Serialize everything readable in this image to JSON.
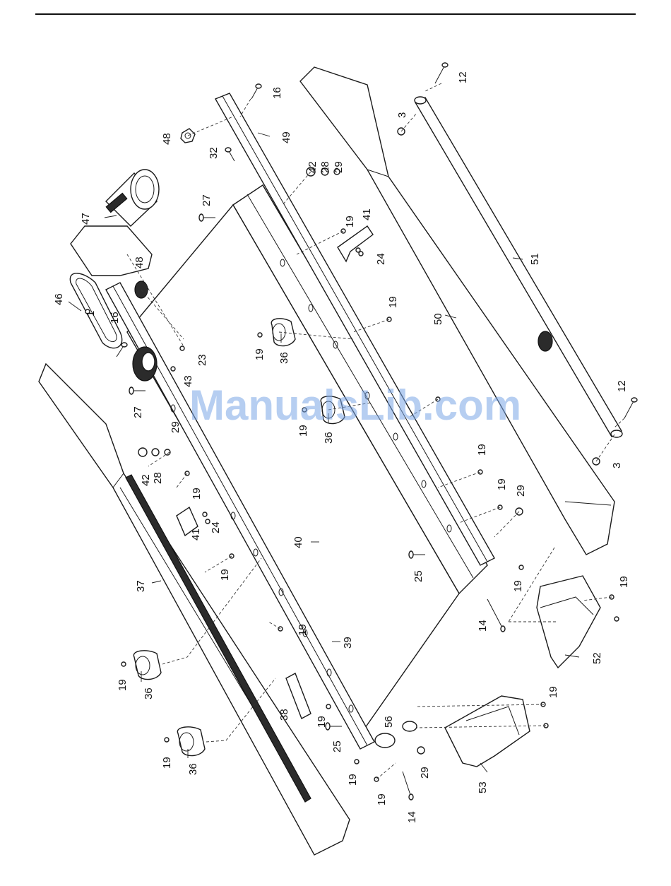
{
  "watermark": "ManualsLib.com",
  "part_numbers": {
    "p1": "1",
    "p3a": "3",
    "p3b": "3",
    "p12a": "12",
    "p12b": "12",
    "p14a": "14",
    "p14b": "14",
    "p16a": "16",
    "p16b": "16",
    "p19a": "19",
    "p19b": "19",
    "p19c": "19",
    "p19d": "19",
    "p19e": "19",
    "p19f": "19",
    "p19g": "19",
    "p19h": "19",
    "p19i": "19",
    "p19j": "19",
    "p19k": "19",
    "p19l": "19",
    "p19m": "19",
    "p19n": "19",
    "p19o": "19",
    "p19p": "19",
    "p19q": "19",
    "p23": "23",
    "p24a": "24",
    "p24b": "24",
    "p25a": "25",
    "p25b": "25",
    "p27a": "27",
    "p27b": "27",
    "p28a": "28",
    "p28b": "28",
    "p29a": "29",
    "p29b": "29",
    "p29c": "29",
    "p29d": "29",
    "p32": "32",
    "p36a": "36",
    "p36b": "36",
    "p36c": "36",
    "p36d": "36",
    "p37": "37",
    "p38": "38",
    "p39": "39",
    "p40": "40",
    "p41a": "41",
    "p41b": "41",
    "p42a": "42",
    "p42b": "42",
    "p43": "43",
    "p46": "46",
    "p47": "47",
    "p48a": "48",
    "p48b": "48",
    "p49": "49",
    "p50": "50",
    "p51": "51",
    "p52": "52",
    "p53": "53",
    "p56": "56"
  }
}
